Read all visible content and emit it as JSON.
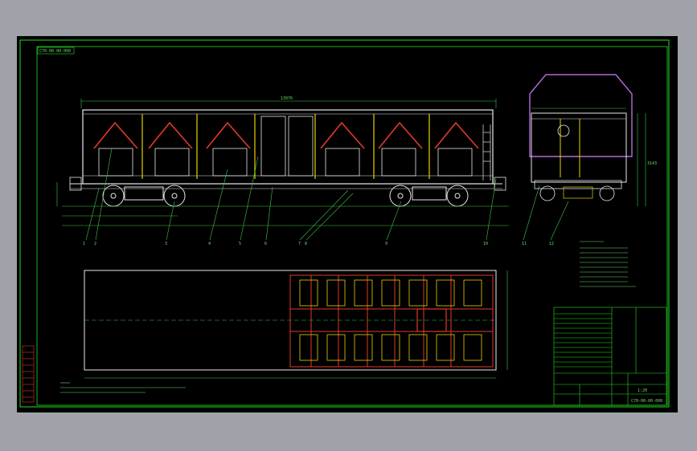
{
  "drawing": {
    "corner_tag": "C70-00-00-000",
    "title_block": {
      "drawing_number": "C70-00-00-000",
      "scale": "1:20"
    },
    "balloons": [
      "1",
      "2",
      "3",
      "4",
      "5",
      "6",
      "7",
      "8",
      "9",
      "10",
      "11",
      "12"
    ],
    "dimensions": {
      "overall_length": "13976",
      "height": "3143"
    },
    "colors": {
      "background": "#000000",
      "frame": "#22dd22",
      "body": "#e8e8e8",
      "member": "#e6d200",
      "section": "#e03a2a",
      "view": "#b66bd6",
      "dimension": "#3ec94a",
      "outer": "#9fa3a9"
    }
  }
}
